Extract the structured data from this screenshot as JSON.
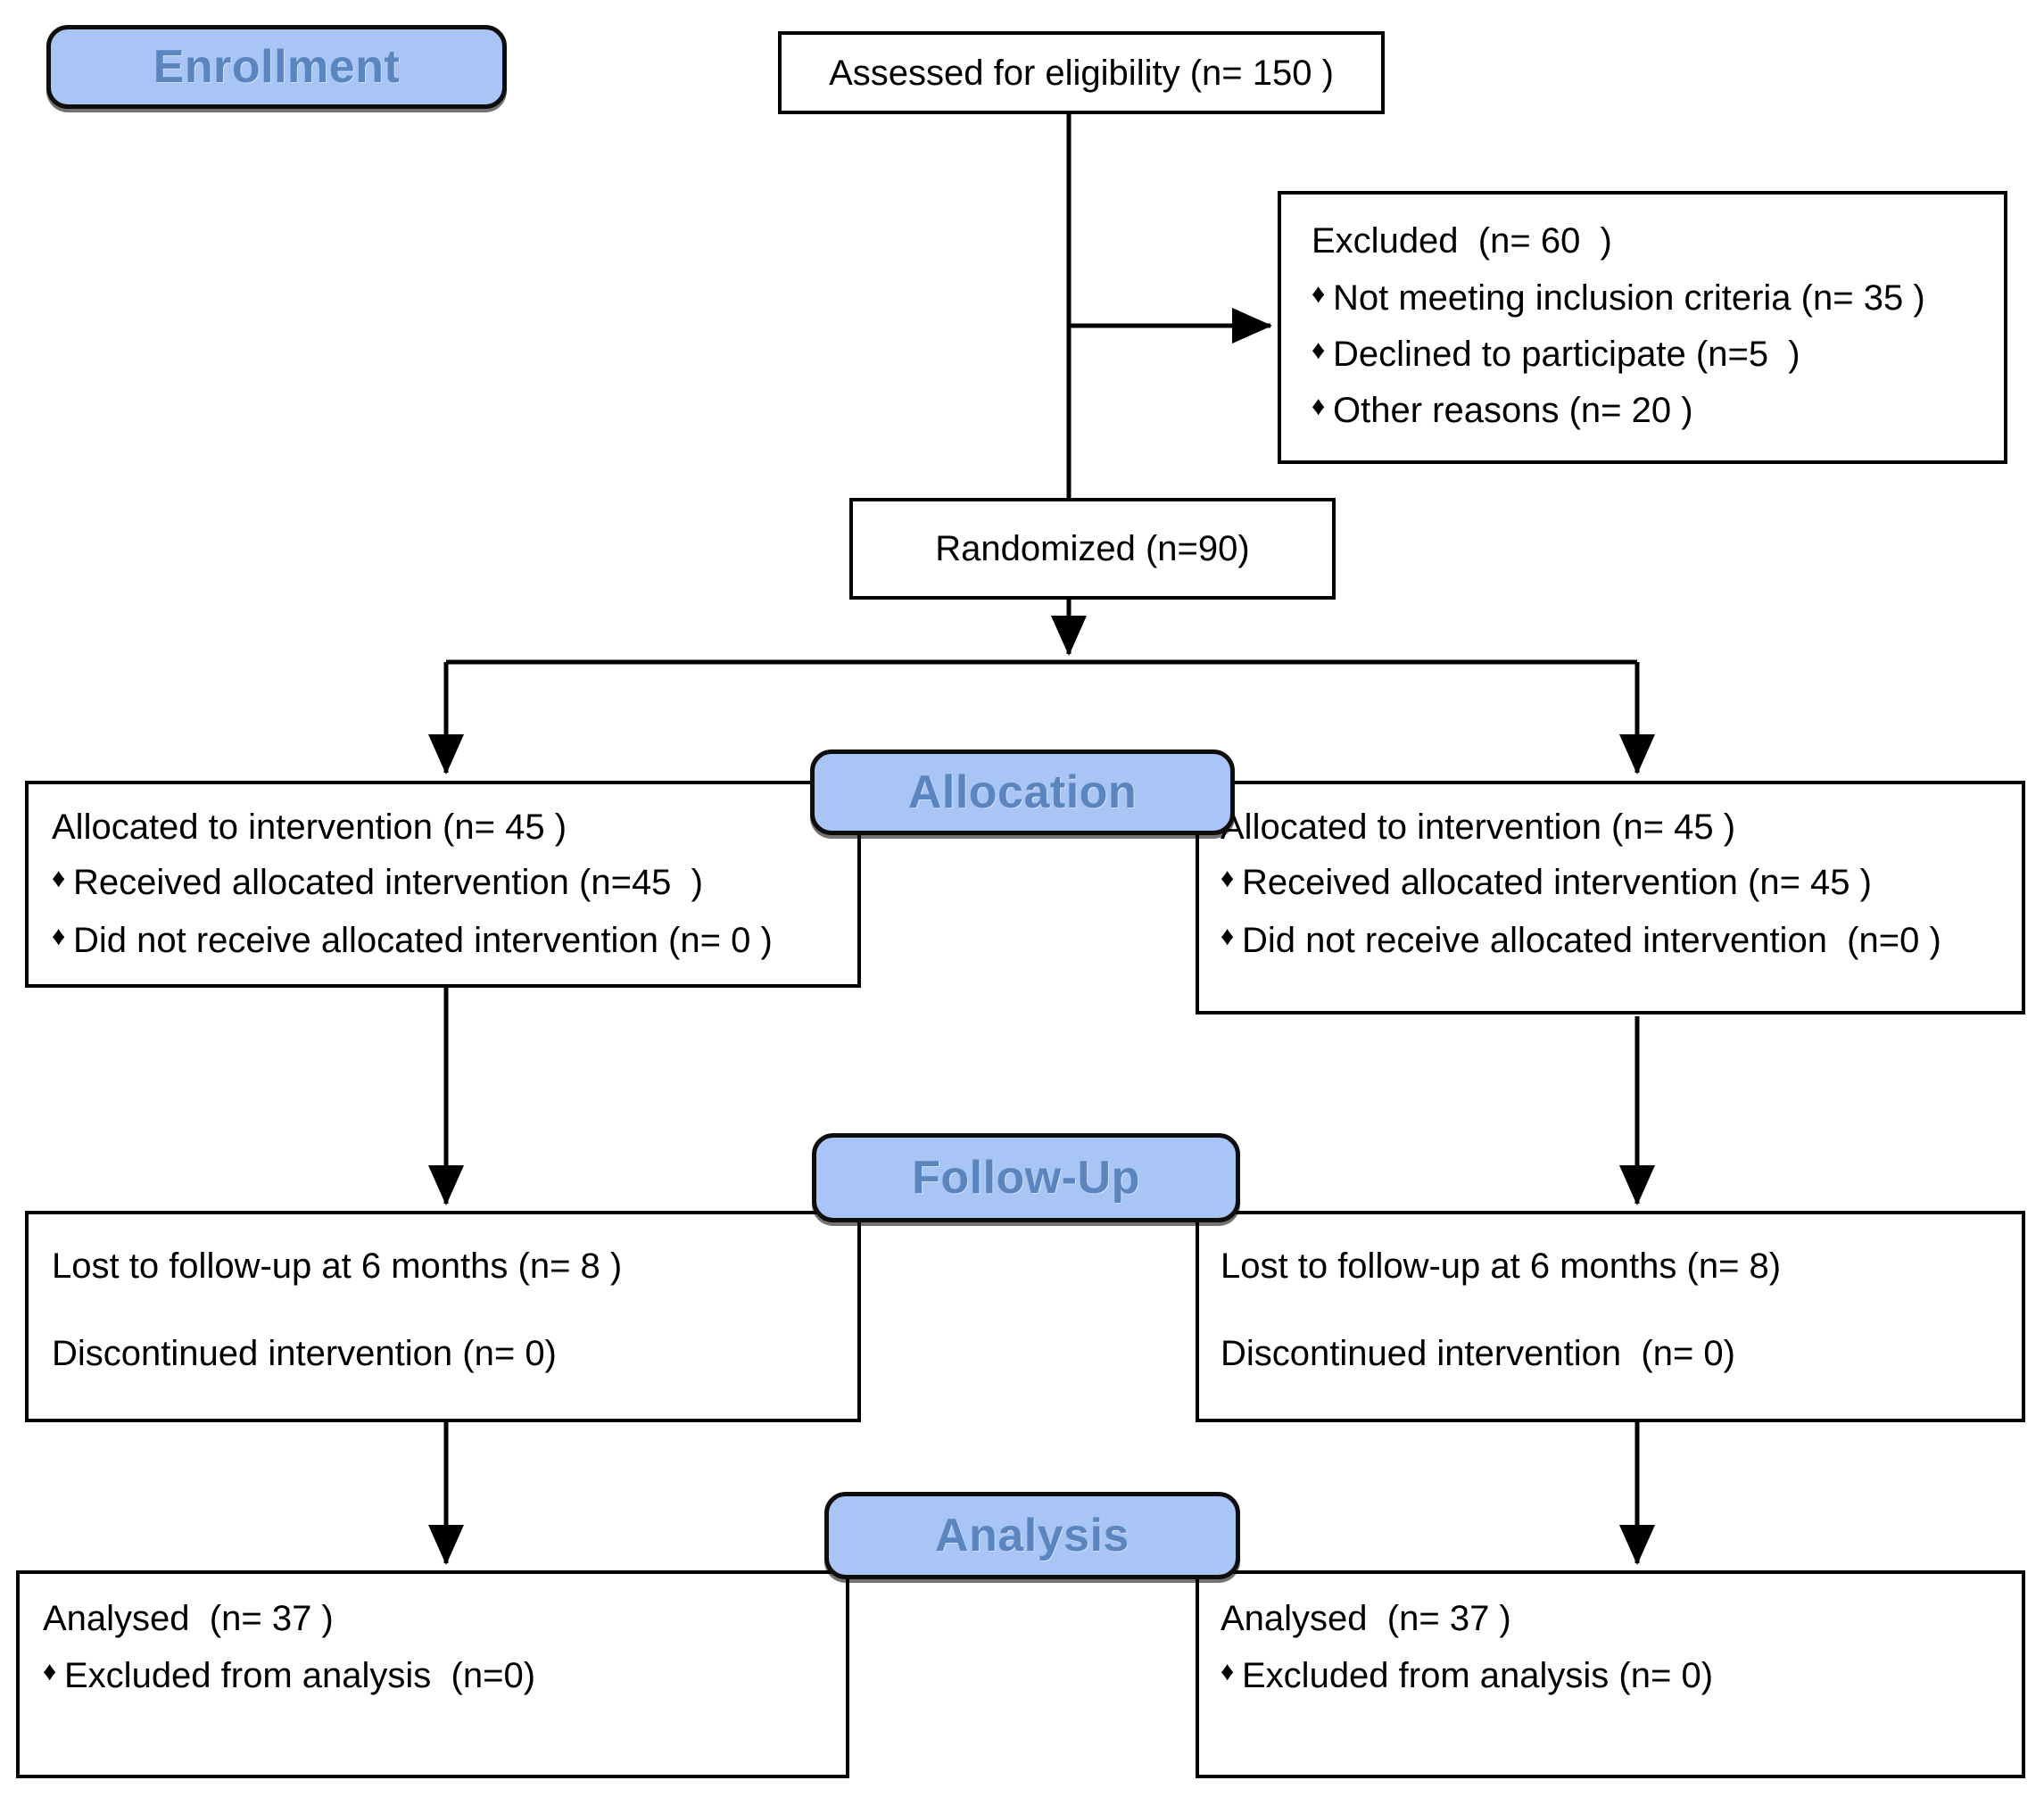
{
  "diagram": {
    "type": "consort-flow-diagram",
    "badge_fill": "#a8c5f5",
    "badge_text_color": "#5a85bf",
    "box_border_color": "#000000",
    "bullet_glyph": "♦"
  },
  "badges": {
    "enrollment": "Enrollment",
    "allocation": "Allocation",
    "followup": "Follow-Up",
    "analysis": "Analysis"
  },
  "enrollment": {
    "assessed": "Assessed for eligibility (n= 150 )",
    "excluded_title": "Excluded  (n= 60  )",
    "excluded_reasons": [
      "Not meeting inclusion criteria (n= 35 )",
      "Declined to participate (n=5  )",
      "Other reasons (n= 20 )"
    ],
    "randomized": "Randomized (n=90)"
  },
  "allocation": {
    "left": {
      "title": "Allocated to intervention (n= 45 )",
      "bullets": [
        "Received allocated intervention (n=45  )",
        "Did not receive allocated intervention (n= 0 )"
      ]
    },
    "right": {
      "title": "Allocated to intervention (n= 45 )",
      "bullets": [
        "Received allocated intervention (n= 45 )",
        "Did not receive allocated intervention  (n=0 )"
      ]
    }
  },
  "followup": {
    "left": {
      "lost": "Lost to follow-up at 6 months (n= 8 )",
      "discontinued": "Discontinued intervention (n= 0)"
    },
    "right": {
      "lost": "Lost to follow-up at 6 months (n= 8)",
      "discontinued": "Discontinued intervention  (n= 0)"
    }
  },
  "analysis": {
    "left": {
      "title": "Analysed  (n= 37 )",
      "bullets": [
        "Excluded from analysis  (n=0)"
      ]
    },
    "right": {
      "title": "Analysed  (n= 37 )",
      "bullets": [
        "Excluded from analysis (n= 0)"
      ]
    }
  }
}
